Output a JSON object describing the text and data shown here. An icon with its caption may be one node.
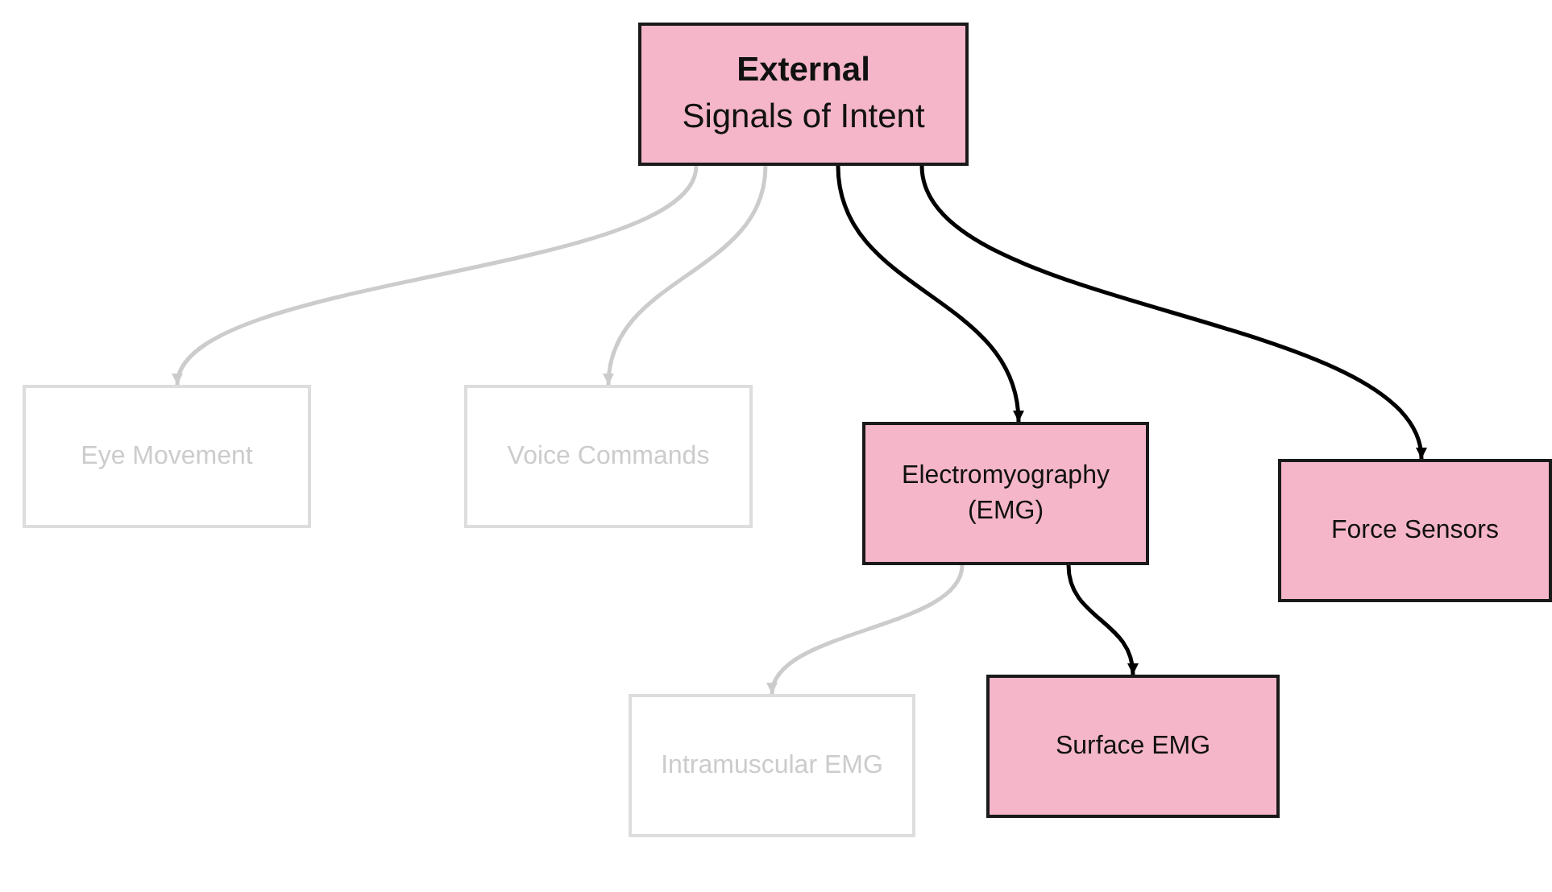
{
  "diagram": {
    "nodes": [
      {
        "text": [
          "External",
          "Signals of Intent"
        ]
      },
      {
        "text": [
          "Eye Movement"
        ]
      },
      {
        "text": [
          "Voice Commands"
        ]
      },
      {
        "text": [
          "Electromyography (EMG)"
        ]
      },
      {
        "text": [
          "Force Sensors"
        ]
      },
      {
        "text": [
          "Intramuscular EMG"
        ]
      },
      {
        "text": [
          "Surface EMG"
        ]
      }
    ],
    "edges": [
      {
        "from": 0,
        "to": 1,
        "arrow": "to",
        "color": "#cccccc"
      },
      {
        "from": 0,
        "to": 2,
        "arrow": "to",
        "color": "#cccccc"
      },
      {
        "from": 0,
        "to": 3,
        "arrow": "to",
        "color": "#000000"
      },
      {
        "from": 0,
        "to": 4,
        "arrow": "to",
        "color": "#000000"
      },
      {
        "from": 3,
        "to": 5,
        "arrow": "to",
        "color": "#cccccc"
      },
      {
        "from": 3,
        "to": 6,
        "arrow": "to",
        "color": "#000000"
      }
    ]
  }
}
